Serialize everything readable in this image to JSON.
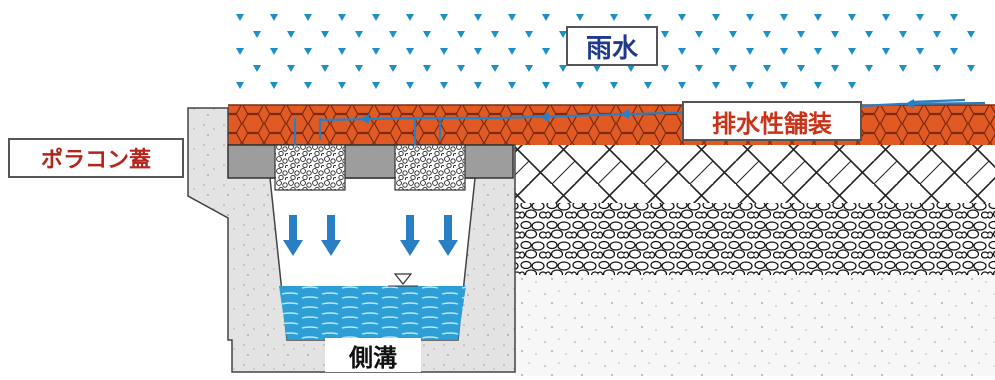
{
  "labels": {
    "rain": "雨水",
    "pavement": "排水性舗装",
    "cover": "ポラコン蓋",
    "ditch": "側溝"
  },
  "colors": {
    "rain": "#1a8fc9",
    "rain_label": "#1f3a8a",
    "pavement": "#e2541f",
    "pavement_label": "#c83218",
    "cover_label": "#b3261e",
    "concrete": "#d9d9d9",
    "water": "#2e9fd6",
    "arrow": "#2a7fc4"
  }
}
